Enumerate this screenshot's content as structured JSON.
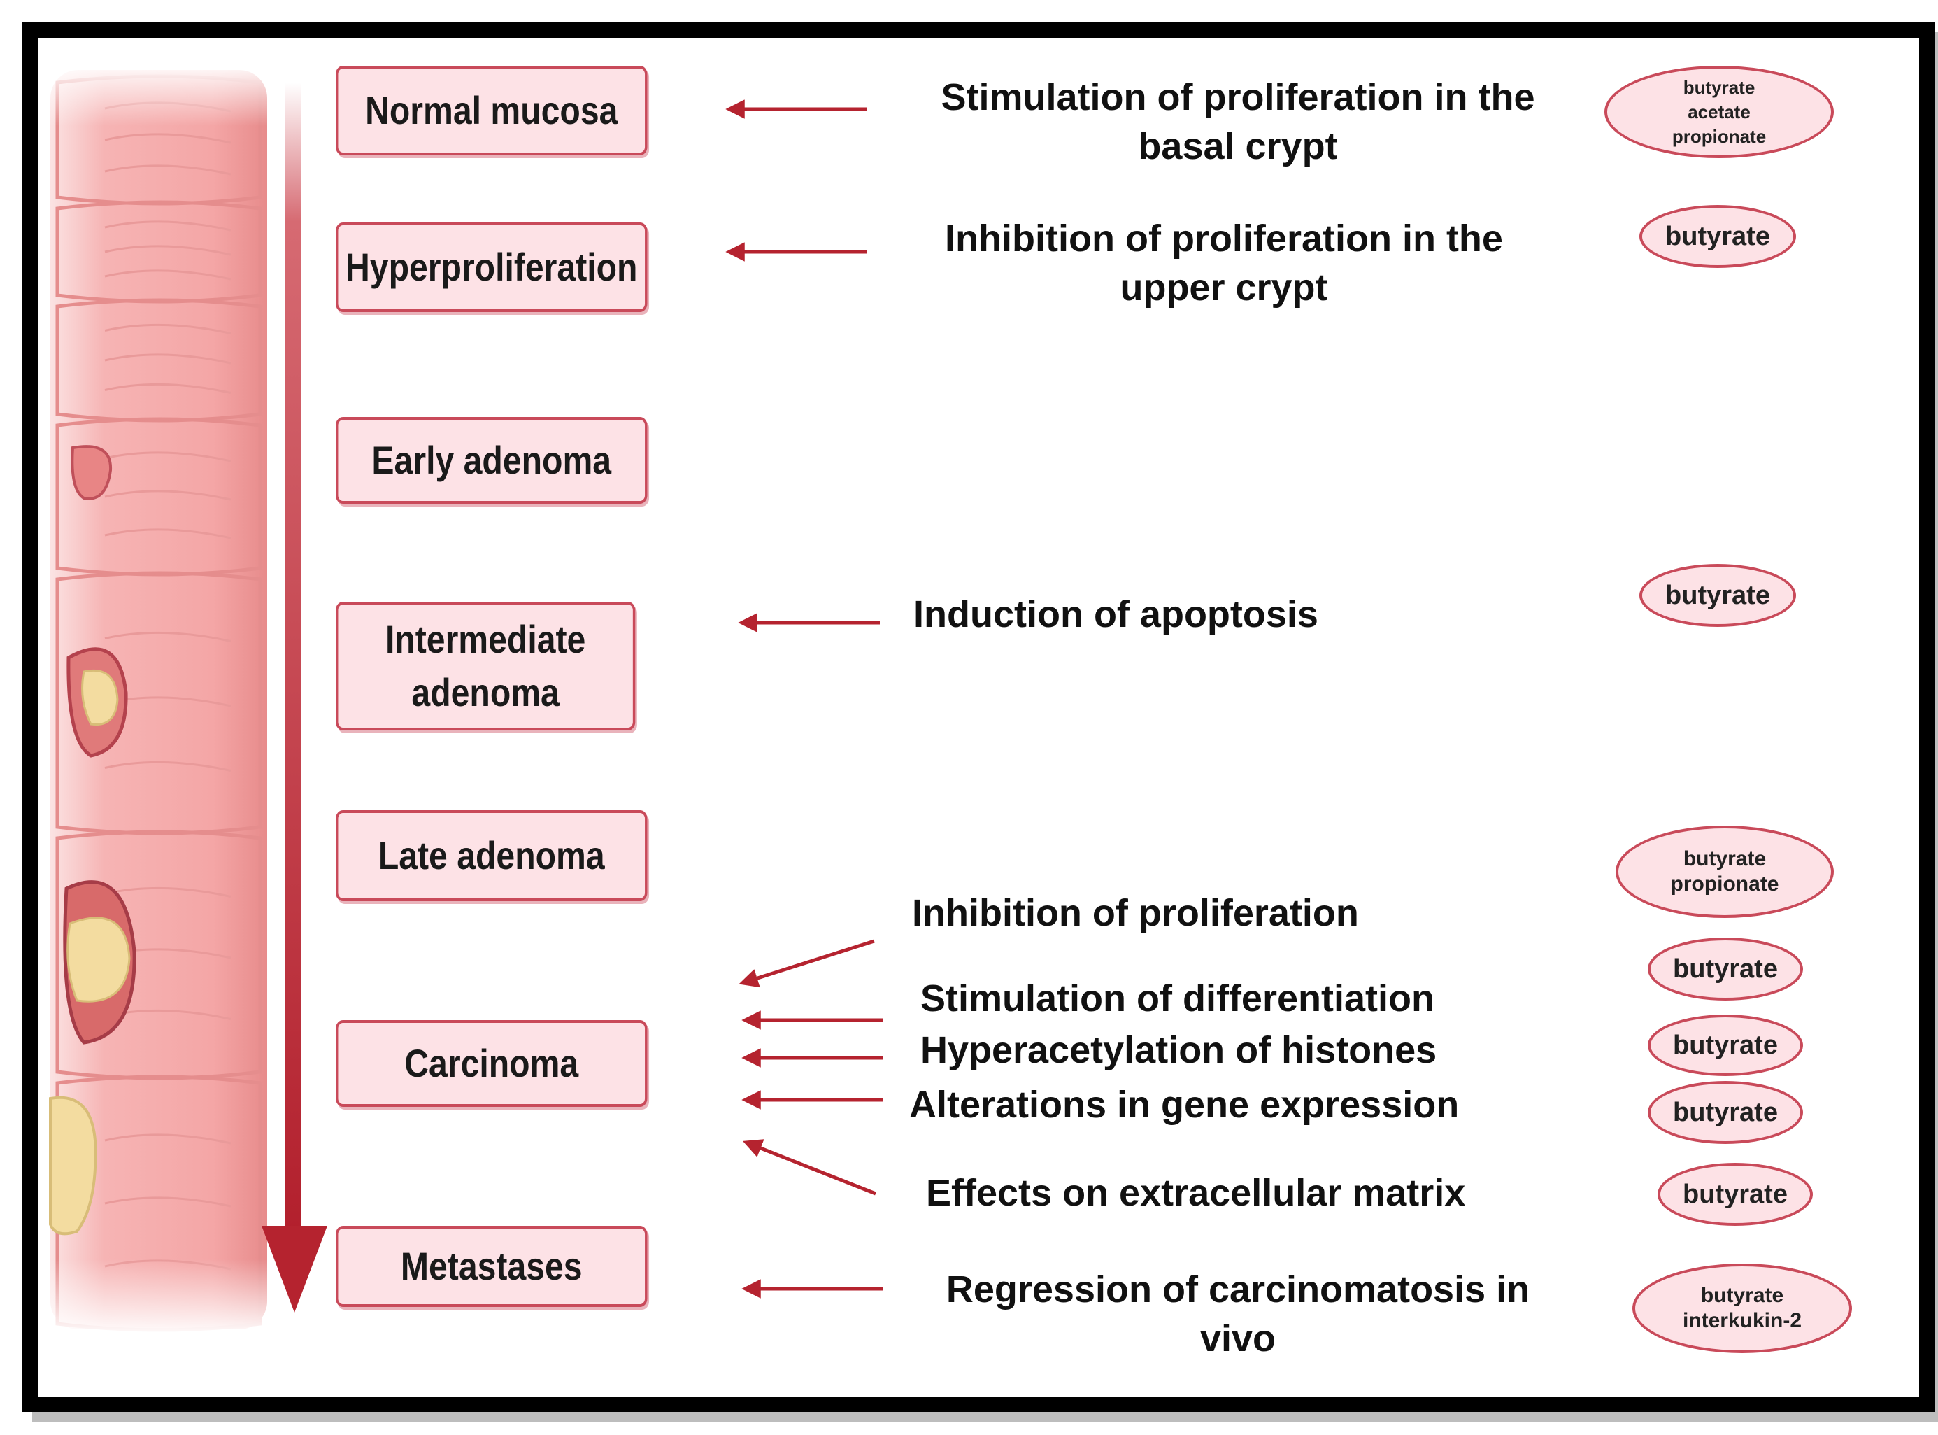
{
  "stages": [
    "Normal mucosa",
    "Hyperproliferation",
    "Early adenoma",
    "Intermediate adenoma",
    "Late adenoma",
    "Carcinoma",
    "Metastases"
  ],
  "effects": [
    "Stimulation of proliferation in the basal crypt",
    "Inhibition of proliferation in the upper crypt",
    "Induction of apoptosis",
    "Inhibition of proliferation",
    "Stimulation of differentiation",
    "Hyperacetylation of histones",
    "Alterations in gene expression",
    "Effects on extracellular matrix",
    "Regression of carcinomatosis in vivo"
  ],
  "agents": [
    [
      "butyrate",
      "acetate",
      "propionate"
    ],
    [
      "butyrate"
    ],
    [
      "butyrate"
    ],
    [
      "butyrate",
      "propionate"
    ],
    [
      "butyrate"
    ],
    [
      "butyrate"
    ],
    [
      "butyrate"
    ],
    [
      "butyrate"
    ],
    [
      "butyrate",
      "interkukin-2"
    ]
  ],
  "colors": {
    "accent": "#b5232f",
    "box_fill": "#fde2e6",
    "box_border": "#c94a5a",
    "colon": "#f4a8a8",
    "tumor": "#f3dca0"
  }
}
